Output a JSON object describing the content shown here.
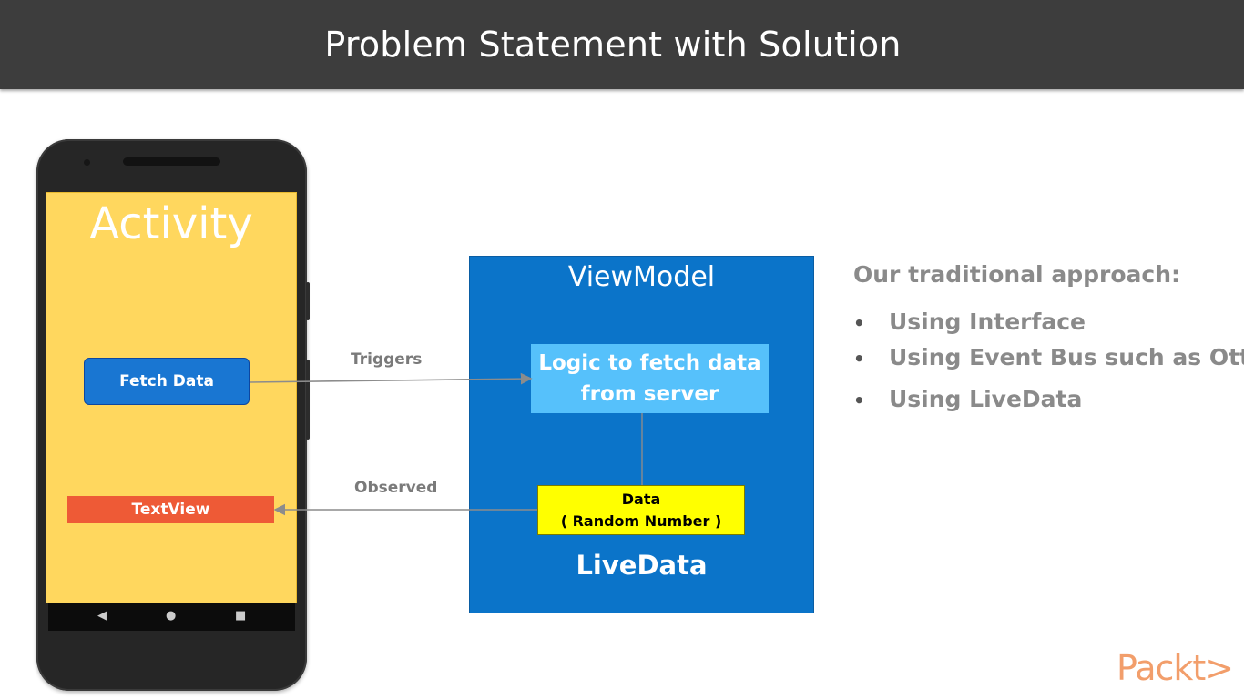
{
  "title": "Problem Statement with Solution",
  "phone": {
    "activity_label": "Activity",
    "fetch_button": "Fetch Data",
    "textview_label": "TextView",
    "nav_icons": [
      "back-triangle-icon",
      "home-circle-icon",
      "recents-square-icon"
    ]
  },
  "viewmodel": {
    "title": "ViewModel",
    "logic_line1": "Logic to fetch data",
    "logic_line2": "from server",
    "data_line1": "Data",
    "data_line2": "( Random Number )",
    "livedata_label": "LiveData"
  },
  "connectors": {
    "triggers_label": "Triggers",
    "observed_label": "Observed"
  },
  "approach": {
    "heading": "Our traditional approach:",
    "items": [
      "Using Interface",
      "Using Event Bus such as Otto",
      "Using LiveData"
    ]
  },
  "logo": "Packt>",
  "colors": {
    "title_bar": "#3d3d3d",
    "phone_screen": "#ffd75e",
    "fetch_button": "#1976d2",
    "textview": "#ee5a36",
    "viewmodel": "#0b74c9",
    "logic_box": "#56c1fb",
    "data_box": "#ffff00",
    "bullet_text": "#8a8a8a",
    "logo": "#f29e6b"
  }
}
